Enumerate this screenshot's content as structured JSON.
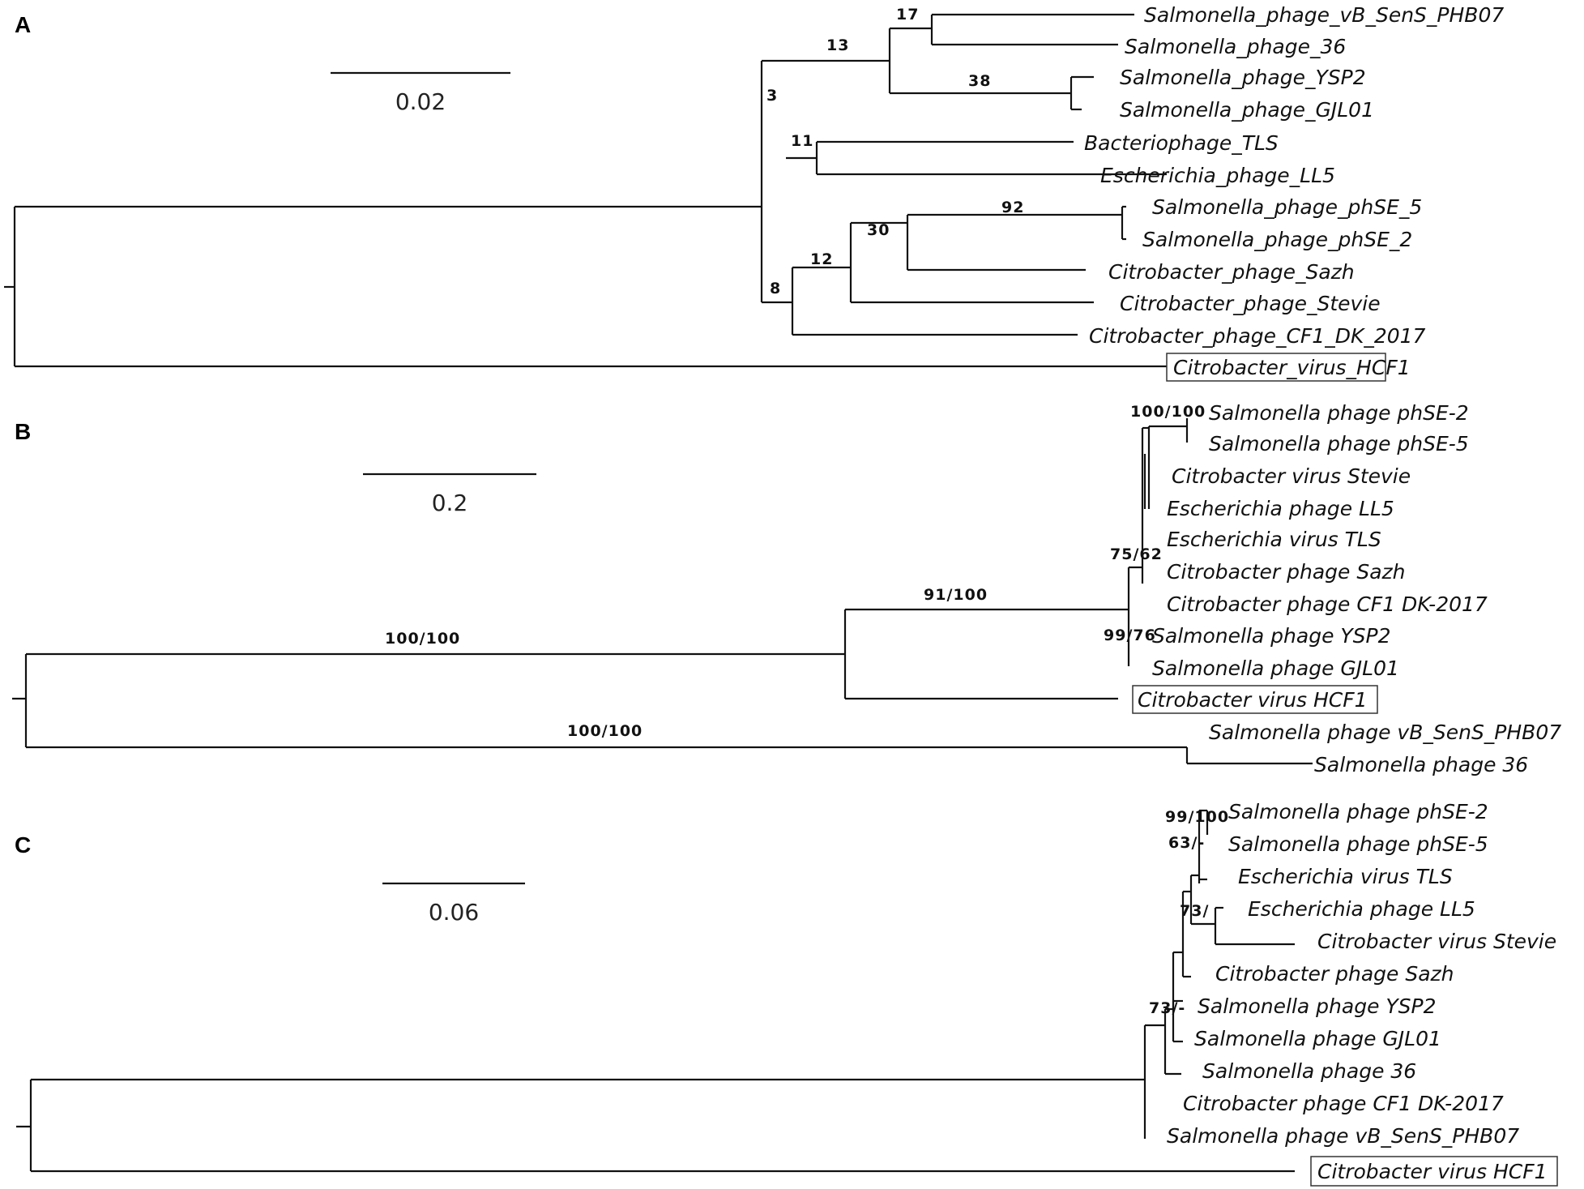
{
  "panels": [
    {
      "label": "A",
      "scale": "0.02",
      "leaves": [
        "Salmonella_phage_vB_SenS_PHB07",
        "Salmonella_phage_36",
        "Salmonella_phage_YSP2",
        "Salmonella_phage_GJL01",
        "Bacteriophage_TLS",
        "Escherichia_phage_LL5",
        "Salmonella_phage_phSE_5",
        "Salmonella_phage_phSE_2",
        "Citrobacter_phage_Sazh",
        "Citrobacter_phage_Stevie",
        "Citrobacter_phage_CF1_DK_2017",
        "Citrobacter_virus_HCF1"
      ],
      "highlighted_leaf": "Citrobacter_virus_HCF1",
      "supports": [
        "17",
        "13",
        "38",
        "3",
        "11",
        "92",
        "30",
        "12",
        "8"
      ]
    },
    {
      "label": "B",
      "scale": "0.2",
      "leaves": [
        "Salmonella phage phSE-2",
        "Salmonella phage phSE-5",
        "Citrobacter virus Stevie",
        "Escherichia phage LL5",
        "Escherichia virus TLS",
        "Citrobacter phage Sazh",
        "Citrobacter phage CF1 DK-2017",
        "Salmonella phage YSP2",
        "Salmonella phage GJL01",
        "Citrobacter virus HCF1",
        "Salmonella phage vB_SenS_PHB07",
        "Salmonella phage 36"
      ],
      "highlighted_leaf": "Citrobacter virus HCF1",
      "supports": [
        "100/100",
        "75/62",
        "91/100",
        "100/100",
        "99/76",
        "100/100"
      ]
    },
    {
      "label": "C",
      "scale": "0.06",
      "leaves": [
        "Salmonella phage phSE-2",
        "Salmonella phage phSE-5",
        "Escherichia virus TLS",
        "Escherichia phage LL5",
        "Citrobacter virus Stevie",
        "Citrobacter phage Sazh",
        "Salmonella phage YSP2",
        "Salmonella phage GJL01",
        "Salmonella phage 36",
        "Citrobacter phage CF1 DK-2017",
        "Salmonella phage vB_SenS_PHB07",
        "Citrobacter virus HCF1"
      ],
      "highlighted_leaf": "Citrobacter virus HCF1",
      "supports": [
        "99/100",
        "63/-",
        "73/",
        "73/-"
      ]
    }
  ]
}
